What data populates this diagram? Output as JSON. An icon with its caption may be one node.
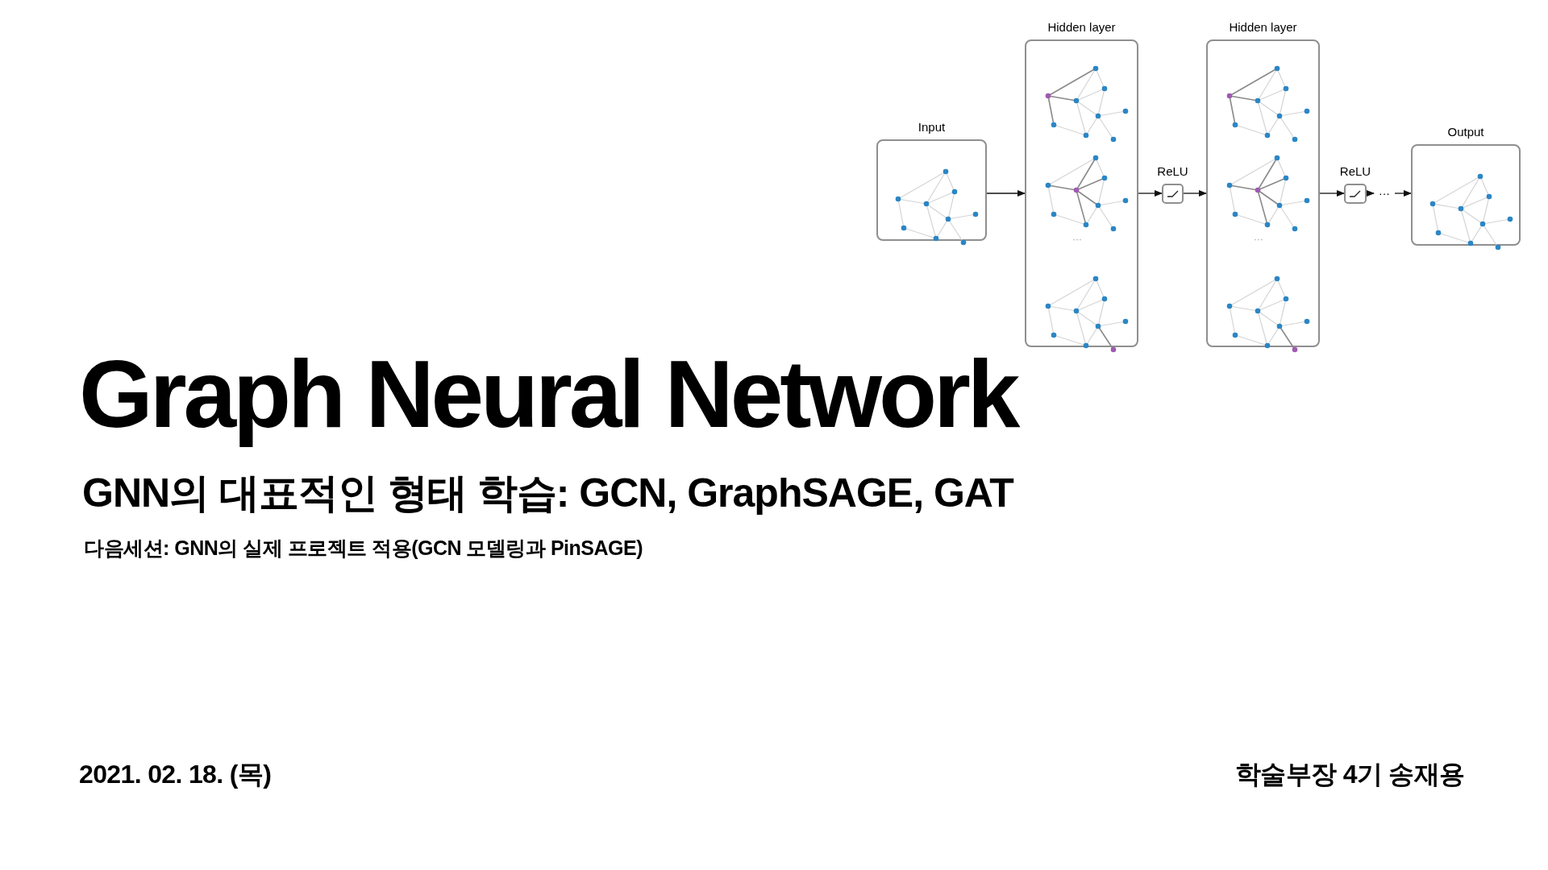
{
  "diagram": {
    "title": "Graph Neural Network",
    "nodes": [
      {
        "text": [
          "Input"
        ]
      },
      {
        "text": [
          "Hidden layer"
        ]
      },
      {
        "text": [
          "ReLU"
        ]
      },
      {
        "text": [
          "Hidden layer"
        ]
      },
      {
        "text": [
          "ReLU"
        ]
      },
      {
        "text": [
          "···"
        ]
      },
      {
        "text": [
          "Output"
        ]
      }
    ],
    "edges": [
      {
        "from": 0,
        "to": 1,
        "arrow": "to"
      },
      {
        "from": 1,
        "to": 2,
        "arrow": "to"
      },
      {
        "from": 2,
        "to": 3,
        "arrow": "to"
      },
      {
        "from": 3,
        "to": 4,
        "arrow": "to"
      },
      {
        "from": 4,
        "to": 5,
        "arrow": "to"
      },
      {
        "from": 5,
        "to": 6,
        "arrow": "to"
      }
    ],
    "labels": [
      "···",
      "···",
      "GNN의 대표적인 형태 학습: GCN, GraphSAGE, GAT",
      "다음세션: GNN의 실제 프로젝트 적용(GCN 모델링과 PinSAGE)",
      "2021. 02. 18. (목)",
      "학술부장 4기 송재용"
    ]
  }
}
